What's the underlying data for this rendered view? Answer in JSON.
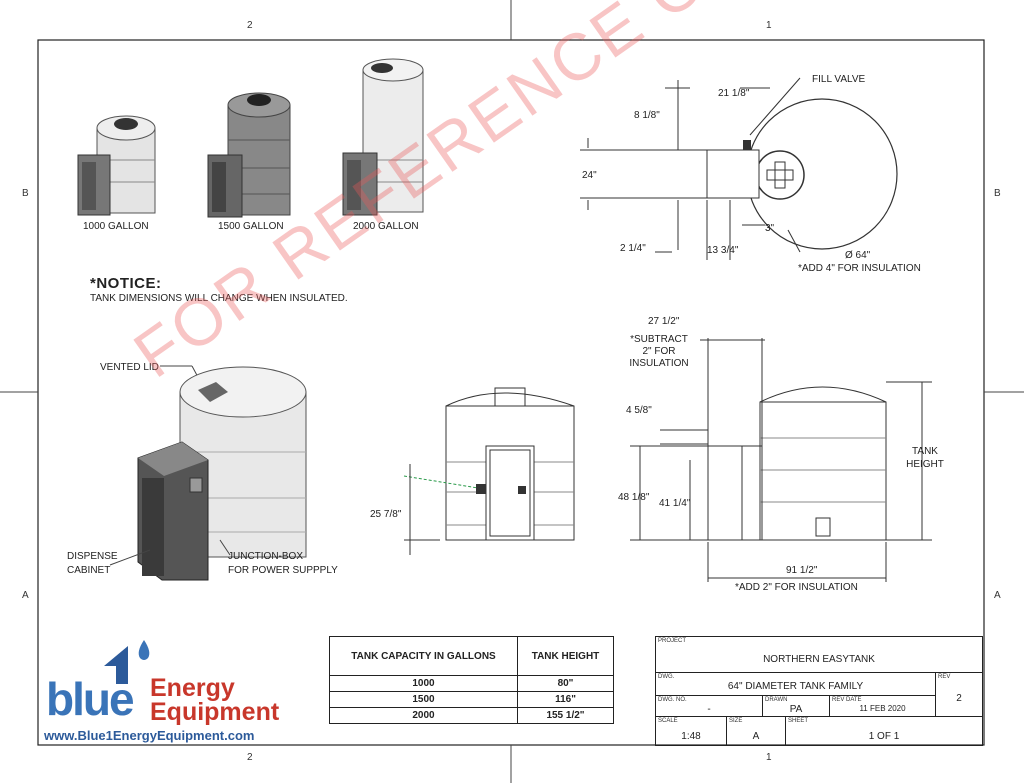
{
  "zones": {
    "top_left": "2",
    "top_right": "1",
    "bottom_left": "2",
    "bottom_right": "1",
    "left_upper": "B",
    "left_lower": "A",
    "right_upper": "B",
    "right_lower": "A"
  },
  "tanks": [
    {
      "label": "1000 GALLON"
    },
    {
      "label": "1500 GALLON"
    },
    {
      "label": "2000 GALLON"
    }
  ],
  "notice": {
    "title": "*NOTICE:",
    "text": "TANK DIMENSIONS WILL CHANGE WHEN INSULATED."
  },
  "callouts": {
    "vented_lid": "VENTED LID",
    "dispense_cabinet_1": "DISPENSE",
    "dispense_cabinet_2": "CABINET",
    "junction_box_1": "JUNCTION-BOX",
    "junction_box_2": "FOR POWER SUPPPLY",
    "fill_valve": "FILL VALVE"
  },
  "dimensions": {
    "top_21_whole": "21",
    "top_21_frac": "1/8",
    "top_8_whole": "8",
    "top_8_frac": "1/8",
    "top_24": "24\"",
    "top_2_whole": "2",
    "top_2_frac": "1/4",
    "top_13_whole": "13",
    "top_13_frac": "3/4",
    "top_3": "3\"",
    "diameter": "Ø 64\"",
    "diameter_note": "*ADD 4\" FOR INSULATION",
    "side_27_whole": "27",
    "side_27_frac": "1/2",
    "subtract_note_1": "*SUBTRACT",
    "subtract_note_2": "2\" FOR",
    "subtract_note_3": "INSULATION",
    "side_4_whole": "4",
    "side_4_frac": "5/8",
    "side_48_whole": "48",
    "side_48_frac": "1/8",
    "side_41_whole": "41",
    "side_41_frac": "1/4",
    "tank_height_1": "TANK",
    "tank_height_2": "HEIGHT",
    "side_91_whole": "91",
    "side_91_frac": "1/2",
    "side_insulation_note": "*ADD 2\" FOR INSULATION",
    "front_25_whole": "25",
    "front_25_frac": "7/8"
  },
  "watermark": "FOR REFERENCE ONLY",
  "capacity_table": {
    "headers": [
      "TANK CAPACITY IN GALLONS",
      "TANK HEIGHT"
    ],
    "rows": [
      [
        "1000",
        "80\""
      ],
      [
        "1500",
        "116\""
      ],
      [
        "2000",
        "155 1/2\""
      ]
    ]
  },
  "title_block": {
    "project_caption": "PROJECT",
    "project": "NORTHERN EASYTANK",
    "dwg_caption": "DWG.",
    "dwg": "64\" DIAMETER TANK FAMILY",
    "rev_caption": "REV",
    "rev": "2",
    "dwg_no_caption": "DWG. NO.",
    "dwg_no": "-",
    "drawn_caption": "DRAWN",
    "drawn": "PA",
    "rev_date_caption": "REV DATE",
    "rev_date": "11   FEB   2020",
    "scale_caption": "SCALE",
    "scale": "1:48",
    "size_caption": "SIZE",
    "size": "A",
    "sheet_caption": "SHEET",
    "sheet": "1 OF 1"
  },
  "logo": {
    "blue": "blue",
    "energy": "Energy",
    "equipment": "Equipment",
    "url": "www.Blue1EnergyEquipment.com"
  },
  "colors": {
    "logo_blue": "#3a74b8",
    "logo_red": "#c8372b",
    "watermark": "#eb5a5a"
  }
}
